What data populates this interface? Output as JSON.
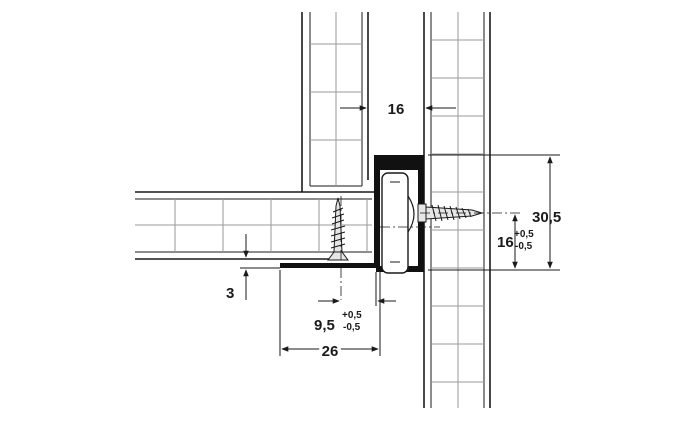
{
  "dimensions": {
    "gap_top": "16",
    "height_total": "30,5",
    "height_screw_main": "16",
    "height_screw_tol_plus": "+0,5",
    "height_screw_tol_minus": "-0,5",
    "bottom_gap": "3",
    "screw_offset_main": "9,5",
    "screw_offset_tol_plus": "+0,5",
    "screw_offset_tol_minus": "-0,5",
    "depth_bottom": "26"
  },
  "colors": {
    "line": "#1a1a1a",
    "hatch": "#9a9a9a",
    "rail": "#111111",
    "roller_fill": "#ffffff",
    "screw_fill": "#e6e6e6"
  }
}
